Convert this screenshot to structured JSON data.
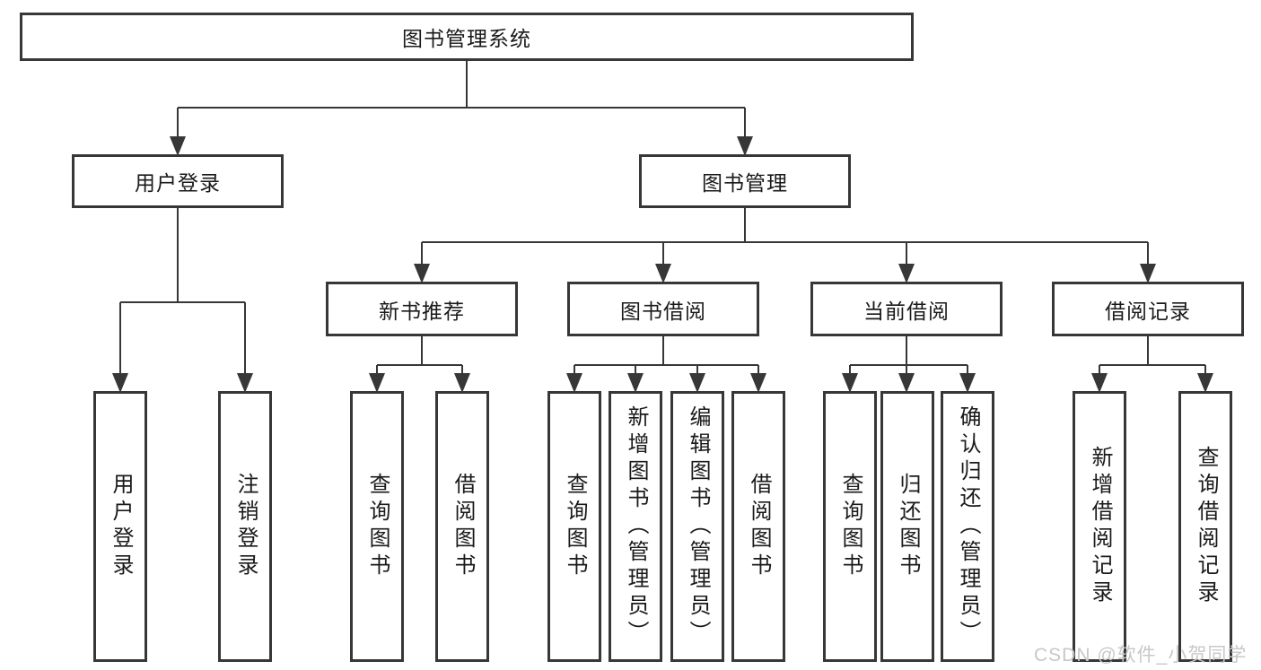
{
  "tree": {
    "root": {
      "label": "图书管理系统",
      "children": [
        {
          "label": "用户登录",
          "children": [
            {
              "label": "用户登录"
            },
            {
              "label": "注销登录"
            }
          ]
        },
        {
          "label": "图书管理",
          "children": [
            {
              "label": "新书推荐",
              "children": [
                {
                  "label": "查询图书"
                },
                {
                  "label": "借阅图书"
                }
              ]
            },
            {
              "label": "图书借阅",
              "children": [
                {
                  "label": "查询图书"
                },
                {
                  "label": "新增图书（管理员）"
                },
                {
                  "label": "编辑图书（管理员）"
                },
                {
                  "label": "借阅图书"
                }
              ]
            },
            {
              "label": "当前借阅",
              "children": [
                {
                  "label": "查询图书"
                },
                {
                  "label": "归还图书"
                },
                {
                  "label": "确认归还（管理员）"
                }
              ]
            },
            {
              "label": "借阅记录",
              "children": [
                {
                  "label": "新增借阅记录"
                },
                {
                  "label": "查询借阅记录"
                }
              ]
            }
          ]
        }
      ]
    }
  },
  "watermark": {
    "text": "CSDN @软件_小贺同学"
  },
  "colors": {
    "line": "#373737",
    "text": "#1a1a1a",
    "background": "#ffffff",
    "watermark": "#c8c8c8"
  }
}
